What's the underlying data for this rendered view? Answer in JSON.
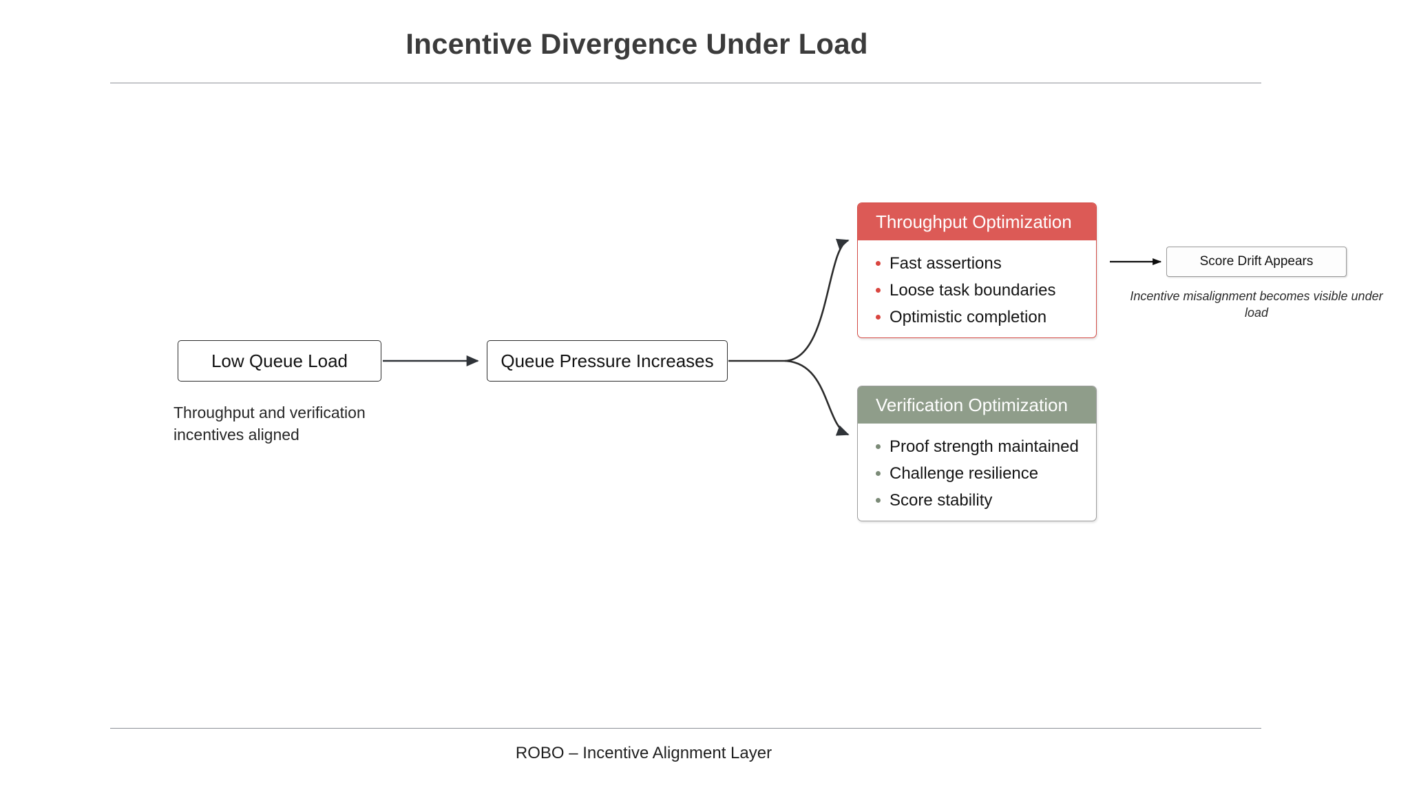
{
  "slide": {
    "title": "Incentive Divergence Under Load",
    "footer": "ROBO – Incentive Alignment Layer"
  },
  "flow": {
    "start_box": {
      "label": "Low Queue Load",
      "caption": "Throughput and verification incentives aligned"
    },
    "pressure_box": {
      "label": "Queue Pressure Increases"
    },
    "outcome_box": {
      "label": "Score Drift Appears",
      "caption": "Incentive misalignment becomes visible under load"
    }
  },
  "cards": [
    {
      "id": "throughput",
      "title": "Throughput Optimization",
      "header_color": "#dc5a56",
      "border_color": "#d44b45",
      "bullet_color": "#d9453f",
      "items": [
        "Fast assertions",
        "Loose task boundaries",
        "Optimistic completion"
      ]
    },
    {
      "id": "verification",
      "title": "Verification Optimization",
      "header_color": "#8f9d8a",
      "border_color": "#9d9d9d",
      "bullet_color": "#7b8a77",
      "items": [
        "Proof strength maintained",
        "Challenge resilience",
        "Score stability"
      ]
    }
  ],
  "colors": {
    "background": "#ffffff",
    "title_text": "#3b3b3b",
    "rule": "#8c8f96",
    "connector": "#2b2b2b"
  }
}
